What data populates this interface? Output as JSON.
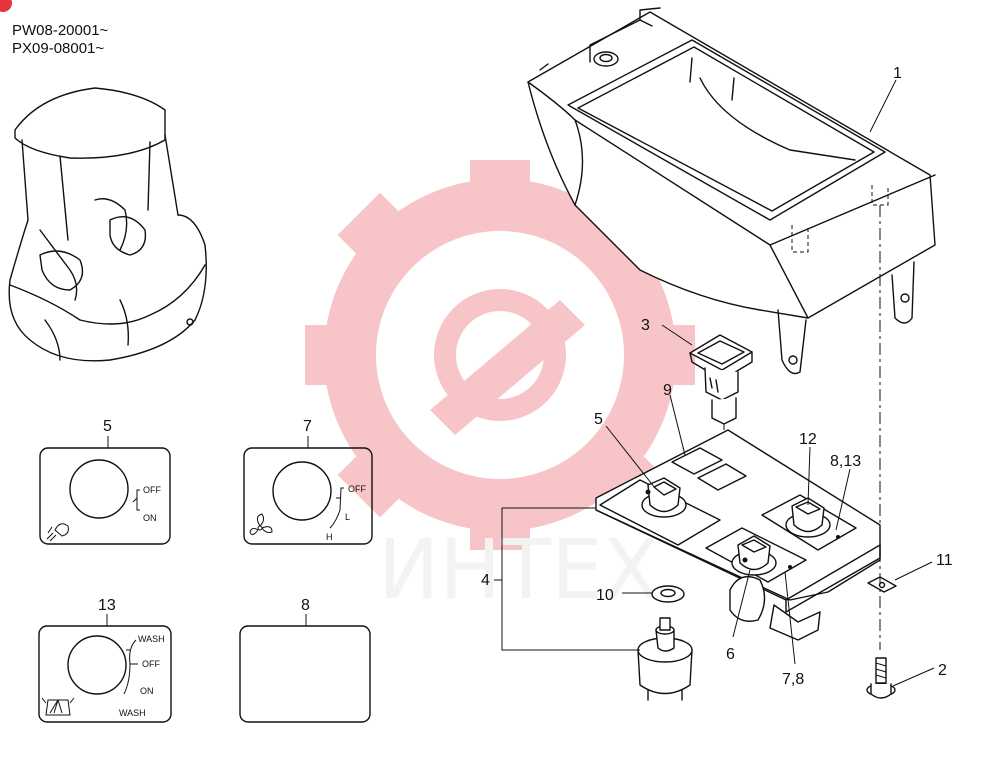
{
  "serials": [
    "PW08-20001~",
    "PX09-08001~"
  ],
  "watermark": {
    "text": "ИНТЕХ",
    "color": "#e5343a"
  },
  "callouts": {
    "c1": "1",
    "c2": "2",
    "c3": "3",
    "c4": "4",
    "c5": "5",
    "c6": "6",
    "c78": "7,8",
    "c9": "9",
    "c10": "10",
    "c11": "11",
    "c12": "12",
    "c813": "8,13"
  },
  "panels": {
    "p5": {
      "title": "5",
      "icon": "work-light-icon",
      "labels": [
        "OFF",
        "ON"
      ]
    },
    "p7": {
      "title": "7",
      "icon": "fan-icon",
      "labels": [
        "OFF",
        "L",
        "H"
      ]
    },
    "p13": {
      "title": "13",
      "icon": "wiper-washer-icon",
      "labels": [
        "WASH",
        "OFF",
        "ON",
        "WASH"
      ]
    },
    "p8": {
      "title": "8"
    }
  }
}
